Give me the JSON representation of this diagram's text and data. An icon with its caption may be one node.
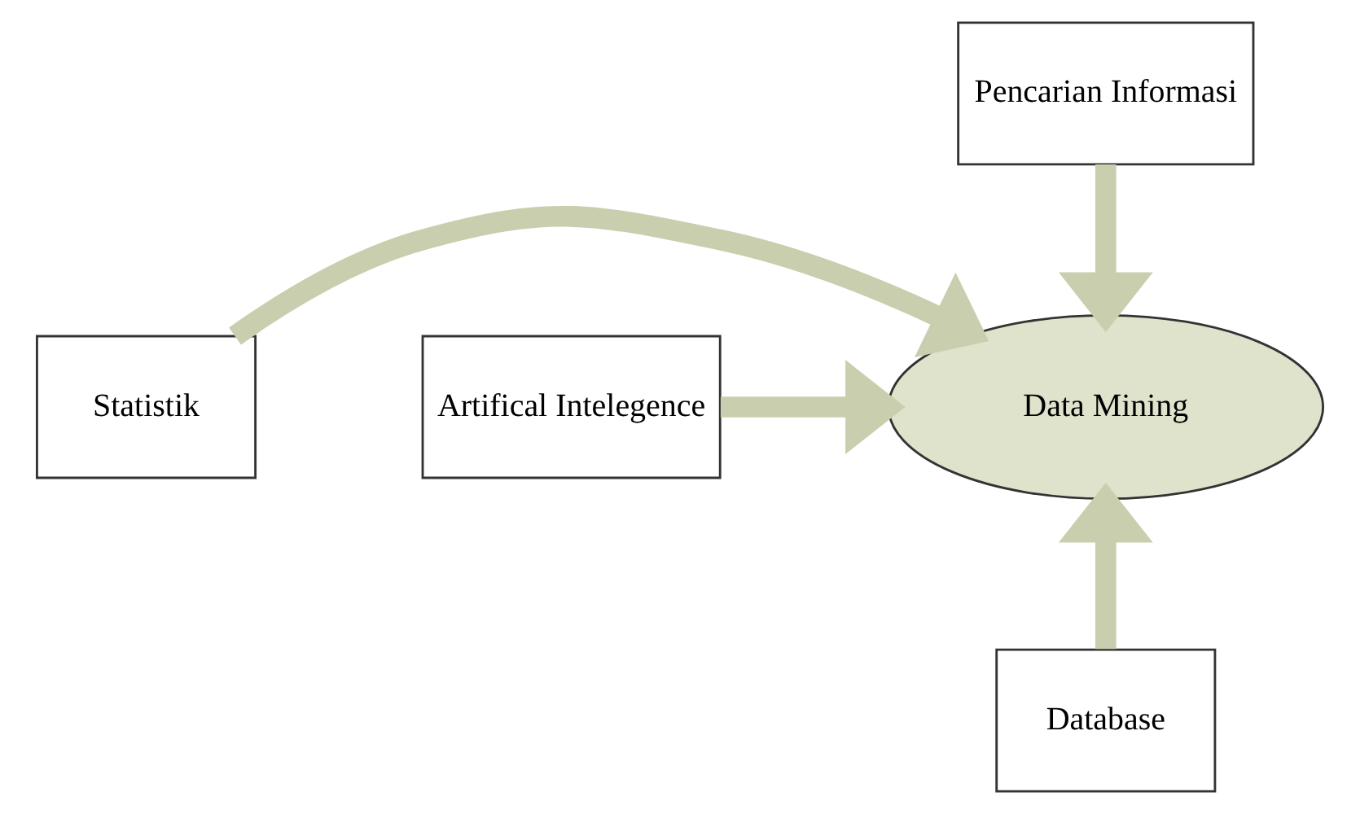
{
  "diagram": {
    "nodes": [
      {
        "text": [
          "Pencarian Informasi"
        ]
      },
      {
        "text": [
          "Statistik"
        ]
      },
      {
        "text": [
          "Data Mining"
        ]
      },
      {
        "text": [
          "Artifical Intelegence"
        ]
      },
      {
        "text": [
          "Database"
        ]
      }
    ],
    "edges": [
      {
        "from": 0,
        "to": 2,
        "arrow": "to"
      },
      {
        "from": 1,
        "to": 2,
        "arrow": "to"
      },
      {
        "from": 3,
        "to": 2,
        "arrow": "to"
      },
      {
        "from": 4,
        "to": 2,
        "arrow": "to"
      }
    ]
  }
}
